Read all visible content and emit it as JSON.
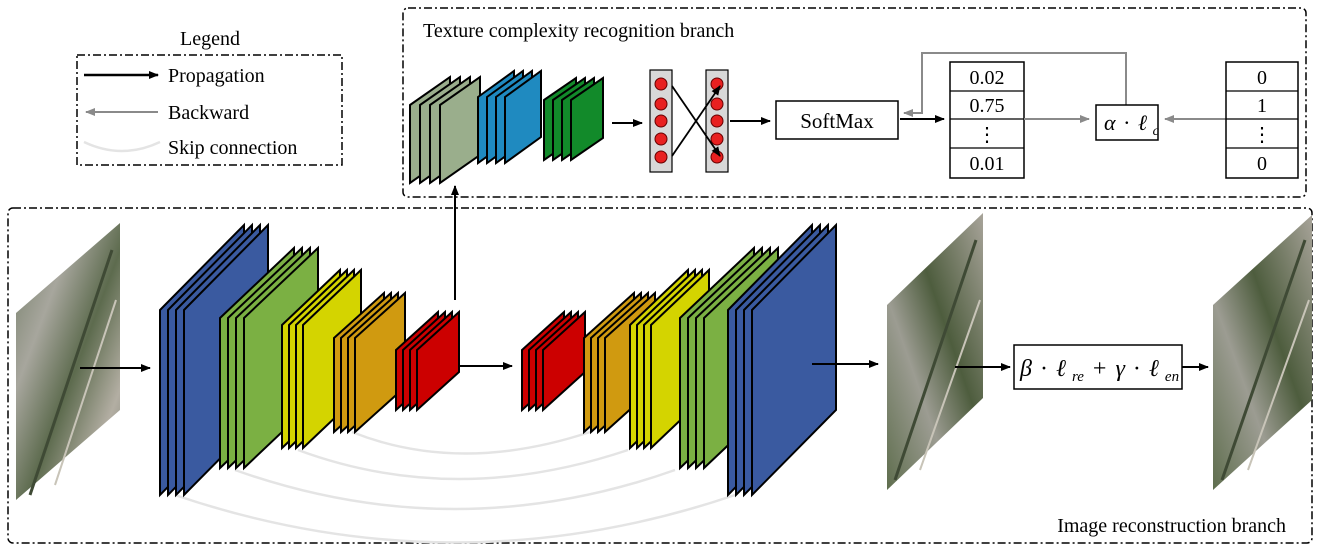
{
  "legend": {
    "title": "Legend",
    "propagation": "Propagation",
    "backward": "Backward",
    "skip": "Skip connection"
  },
  "branches": {
    "texture": "Texture complexity recognition branch",
    "reconstruction": "Image reconstruction branch"
  },
  "softmax": "SoftMax",
  "prediction": [
    "0.02",
    "0.75",
    "⋮",
    "0.01"
  ],
  "target": [
    "0",
    "1",
    "⋮",
    "0"
  ],
  "loss_texture": {
    "a": "α",
    "dot": "·",
    "l": "ℓ",
    "sub": "c"
  },
  "loss_reconstruction": {
    "b": "β",
    "dot": "·",
    "l": "ℓ",
    "sub1": "re",
    "plus": "+",
    "g": "γ",
    "sub2": "en"
  },
  "colors": {
    "blue": "#3a5aa0",
    "green": "#7bb043",
    "yellow": "#d4d400",
    "orange": "#d09a10",
    "red": "#cc0000",
    "gray_green": "#9aae8c",
    "teal": "#1f8ac0",
    "dark_green": "#128a2a",
    "neuron": "#e82020",
    "neuron_panel": "#d8d8d8",
    "backward": "#8a8a8a",
    "skip": "#e4e4e4"
  }
}
